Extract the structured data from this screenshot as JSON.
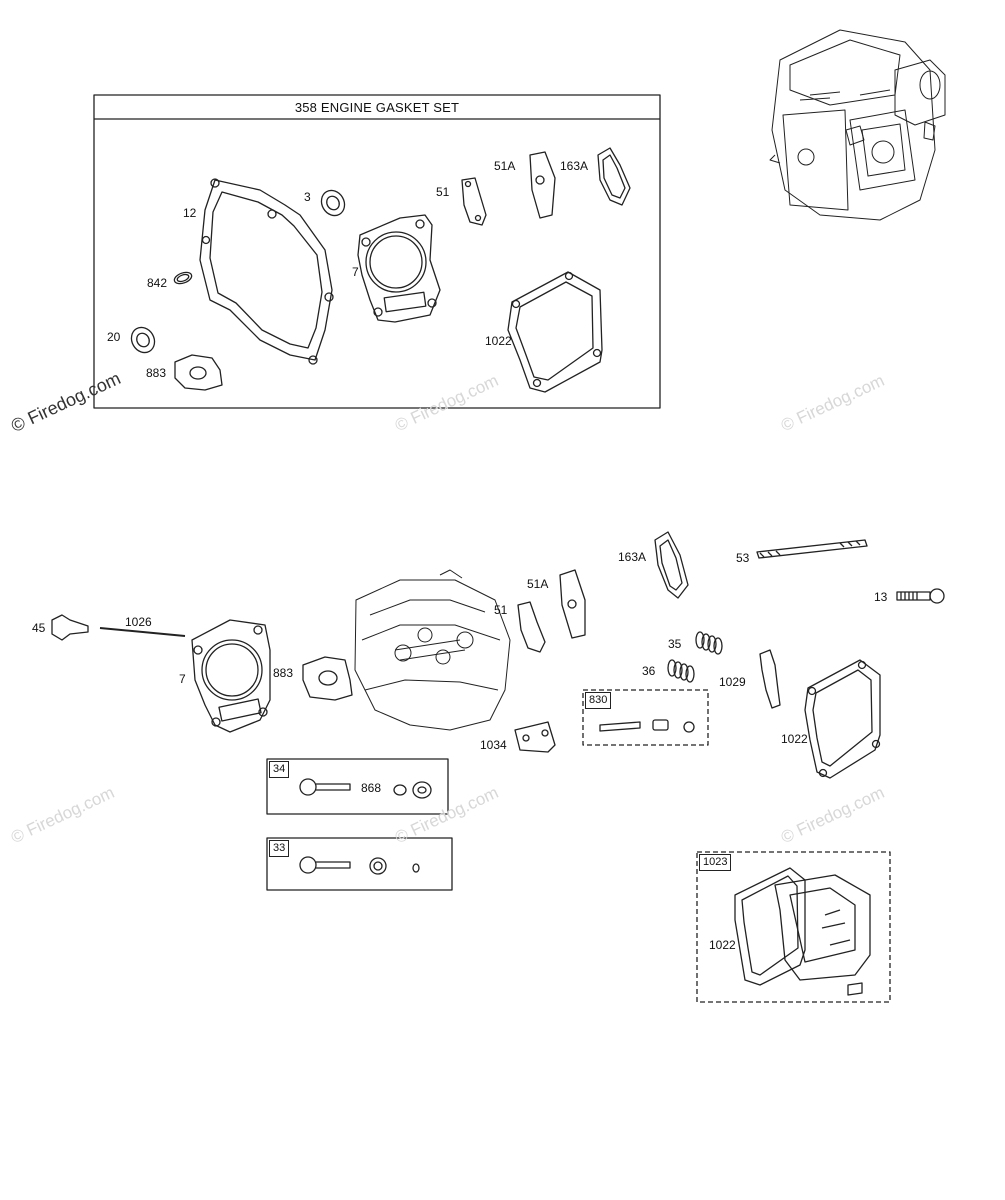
{
  "gasket_set": {
    "title": "358 ENGINE GASKET SET"
  },
  "labels": {
    "l12": "12",
    "l3": "3",
    "l51": "51",
    "l51a": "51A",
    "l163a": "163A",
    "l842": "842",
    "l7": "7",
    "l20": "20",
    "l883": "883",
    "l1022": "1022",
    "b163a": "163A",
    "b53": "53",
    "b51a": "51A",
    "b51": "51",
    "b13": "13",
    "b45": "45",
    "b1026": "1026",
    "b35": "35",
    "b7": "7",
    "b883": "883",
    "b36": "36",
    "b1029": "1029",
    "b1022": "1022",
    "b1034": "1034",
    "b868": "868",
    "b1022b": "1022"
  },
  "boxes": {
    "b830": "830",
    "b34": "34",
    "b33": "33",
    "b1023": "1023"
  },
  "watermark": {
    "text": "© Firedog.com"
  },
  "colors": {
    "line": "#222222",
    "watermark": "#d7d7d7"
  }
}
